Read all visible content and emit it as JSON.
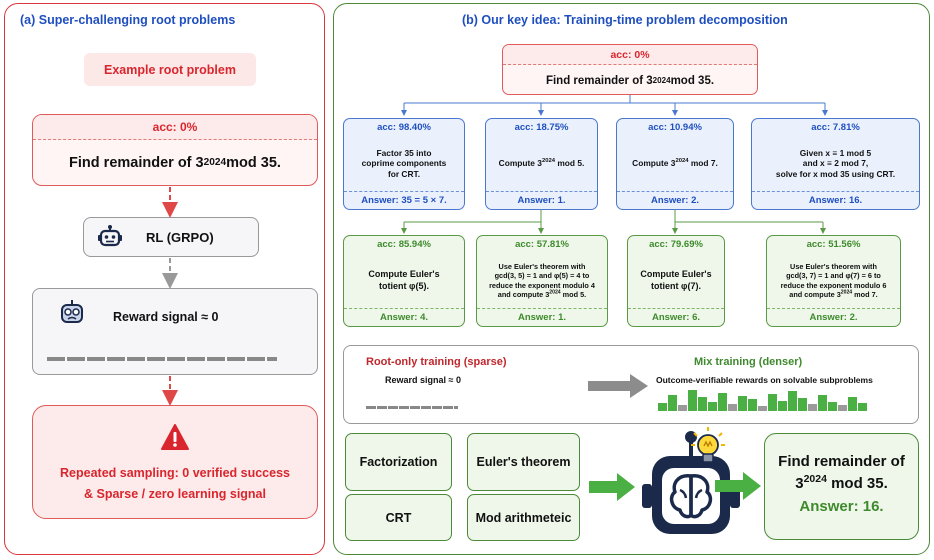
{
  "panel_a": {
    "title": "(a)  Super-challenging root problems",
    "example_label": "Example root problem",
    "root_acc": "acc: 0%",
    "root_text_pre": "Find remainder of 3",
    "root_exp": "2024",
    "root_text_post": " mod 35.",
    "rl_label": "RL (GRPO)",
    "reward_label": "Reward signal ≈ 0",
    "fail_line1": "Repeated sampling: 0 verified success",
    "fail_line2": "& Sparse / zero learning signal"
  },
  "panel_b": {
    "title": "(b)  Our key idea: Training-time problem decomposition",
    "root_acc": "acc: 0%",
    "root_text_pre": "Find remainder of 3",
    "root_exp": "2024",
    "root_text_post": " mod 35.",
    "level1": [
      {
        "acc": "acc: 98.40%",
        "l1": "Factor 35 into",
        "l2": "coprime components",
        "l3": "for CRT.",
        "answer": "Answer: 35 = 5 × 7."
      },
      {
        "acc": "acc: 18.75%",
        "pre": "Compute 3",
        "exp": "2024",
        "post": " mod 5.",
        "answer": "Answer: 1."
      },
      {
        "acc": "acc: 10.94%",
        "pre": "Compute 3",
        "exp": "2024",
        "post": " mod 7.",
        "answer": "Answer: 2."
      },
      {
        "acc": "acc: 7.81%",
        "l1": "Given x ≡ 1 mod 5",
        "l2": "and x ≡ 2 mod 7,",
        "l3": "solve for x mod 35 using CRT.",
        "answer": "Answer: 16."
      }
    ],
    "level2": [
      {
        "acc": "acc: 85.94%",
        "l1": "Compute Euler's",
        "l2": "totient φ(5).",
        "answer": "Answer: 4."
      },
      {
        "acc": "acc: 57.81%",
        "l1": "Use Euler's theorem with",
        "l2": "gcd(3, 5) = 1 and φ(5) = 4 to",
        "l3": "reduce the exponent modulo 4",
        "l4pre": "and compute 3",
        "l4exp": "2024",
        "l4post": " mod 5.",
        "answer": "Answer: 1."
      },
      {
        "acc": "acc: 79.69%",
        "l1": "Compute Euler's",
        "l2": "totient φ(7).",
        "answer": "Answer: 6."
      },
      {
        "acc": "acc: 51.56%",
        "l1": "Use Euler's theorem with",
        "l2": "gcd(3, 7) = 1 and φ(7) = 6 to",
        "l3": "reduce the exponent modulo 6",
        "l4pre": "and compute 3",
        "l4exp": "2024",
        "l4post": " mod 7.",
        "answer": "Answer: 2."
      }
    ],
    "root_only_title": "Root-only training (sparse)",
    "root_only_sub": "Reward signal ≈ 0",
    "mix_title": "Mix training (denser)",
    "mix_sub": "Outcome-verifiable rewards on solvable subproblems",
    "mix_bars": [
      0.35,
      0.7,
      0.25,
      0.9,
      0.6,
      0.4,
      0.8,
      0.3,
      0.65,
      0.5,
      0.2,
      0.75,
      0.45,
      0.85,
      0.55,
      0.3,
      0.7,
      0.4,
      0.25,
      0.6,
      0.35
    ],
    "skills": [
      "Factorization",
      "Euler's theorem",
      "CRT",
      "Mod arithmeteic"
    ],
    "final_pre": "Find remainder of",
    "final_base": "3",
    "final_exp": "2024",
    "final_post": " mod 35.",
    "final_answer": "Answer: 16."
  },
  "colors": {
    "red": "#d9262e",
    "blue": "#1f4fbf",
    "green": "#3e8a2d"
  }
}
